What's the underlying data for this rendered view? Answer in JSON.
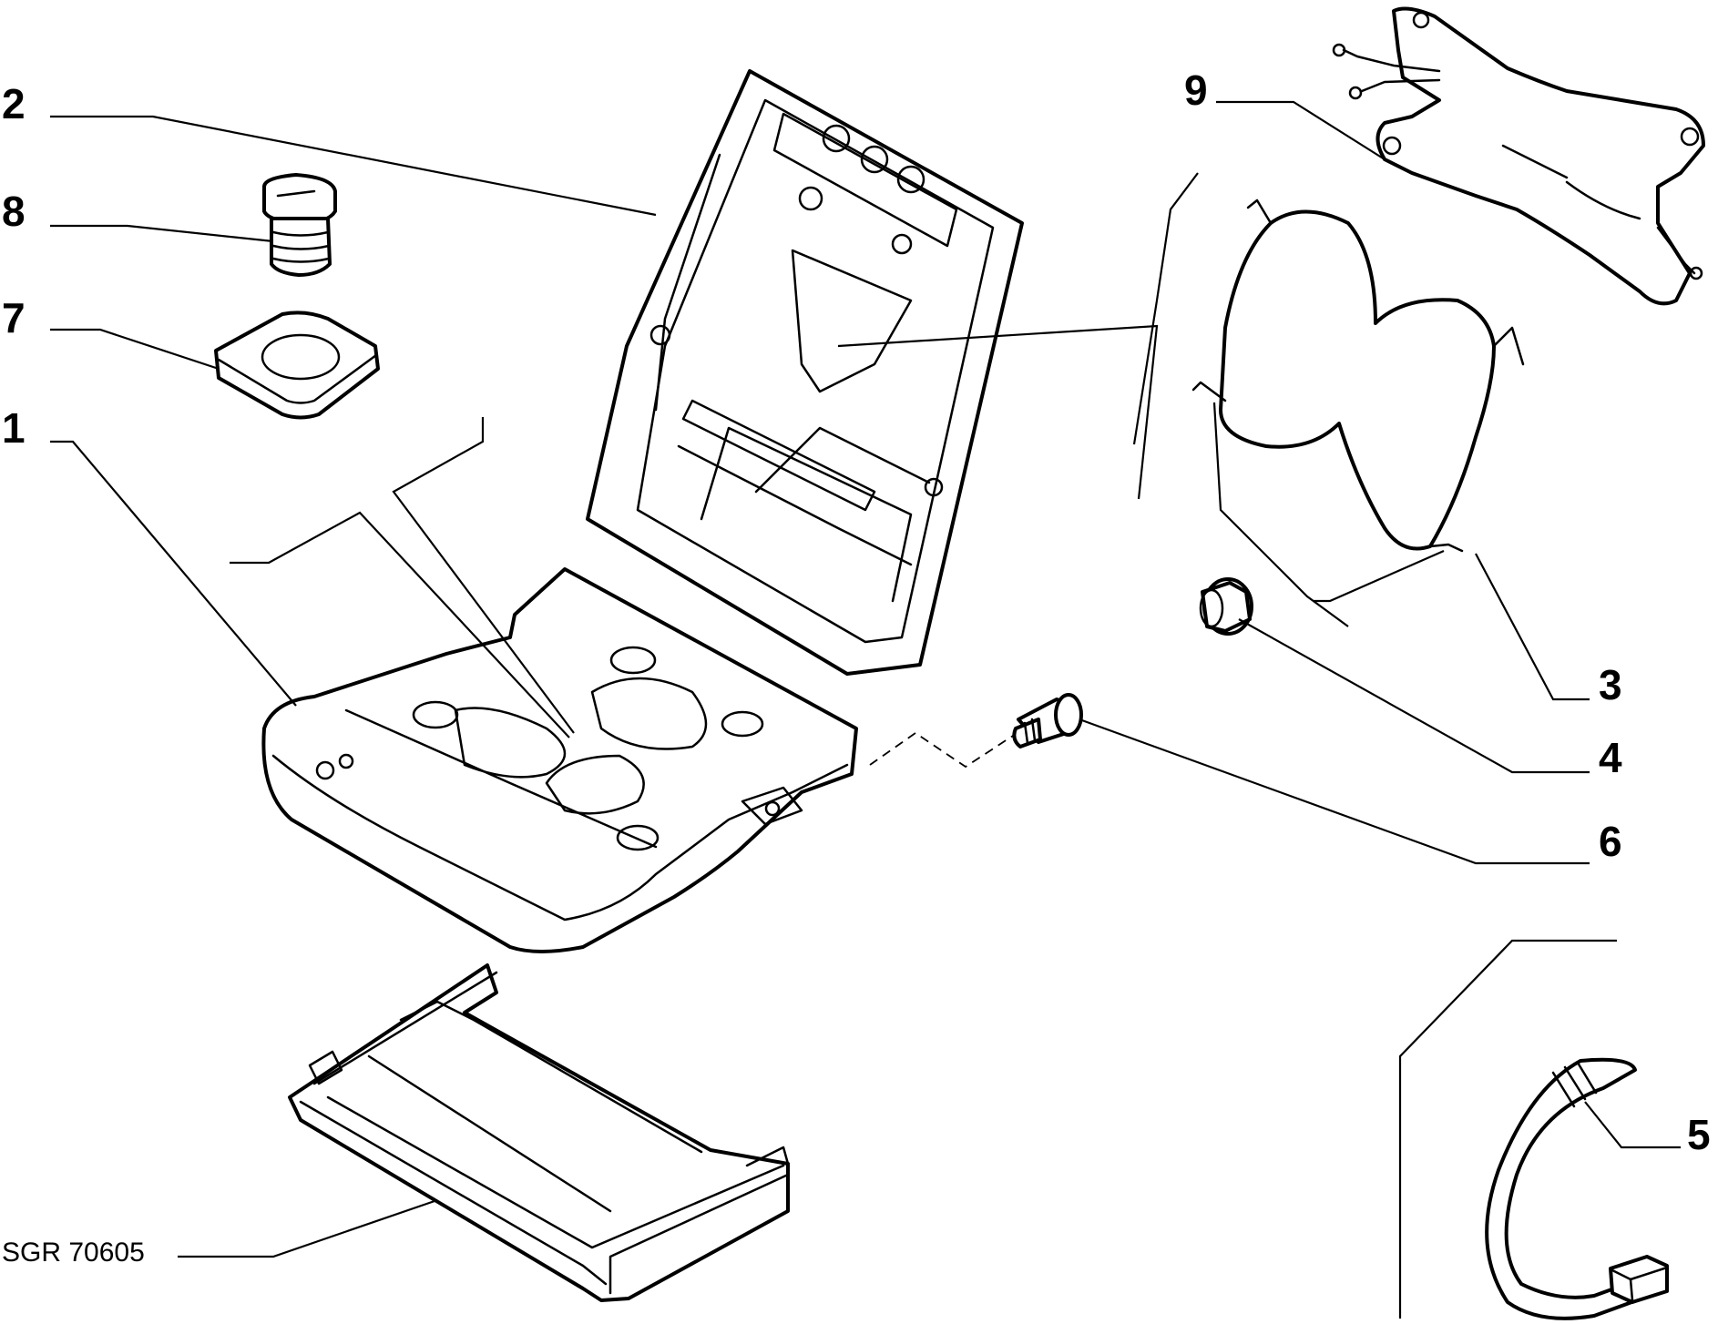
{
  "callouts": {
    "c1": "1",
    "c2": "2",
    "c3": "3",
    "c4": "4",
    "c5": "5",
    "c6": "6",
    "c7": "7",
    "c8": "8",
    "c9": "9"
  },
  "figure_code": "SGR 70605",
  "colors": {
    "line": "#000000",
    "background": "#ffffff"
  }
}
